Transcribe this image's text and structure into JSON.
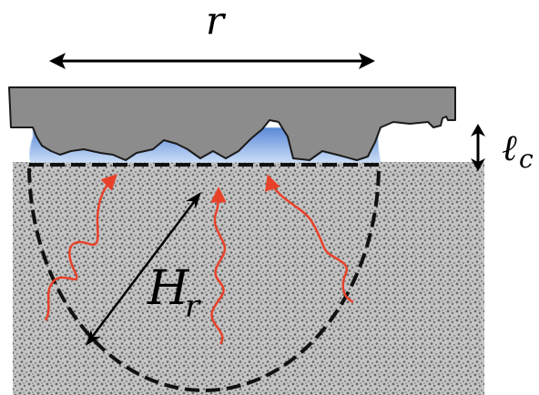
{
  "labels": {
    "r": "r",
    "lc_main": "ℓ",
    "lc_sub": "c",
    "h_main": "H",
    "h_sub": "r"
  },
  "colors": {
    "rough_body": "#8c8c8c",
    "rough_outline": "#1a1a1a",
    "liquid_light": "#c8dcf6",
    "liquid_dark": "#5a88d8",
    "substrate_bg": "#c4c4c4",
    "substrate_dot": "#6a6a6a",
    "heat_path": "#e8412a",
    "dashed_region": "#111111",
    "arrow": "#000000"
  },
  "icons": {
    "width_arrow": "double-arrow-horizontal",
    "gap_arrow": "double-arrow-vertical",
    "radius_arrow": "double-arrow-diagonal",
    "heat_flux": "wavy-arrow"
  }
}
